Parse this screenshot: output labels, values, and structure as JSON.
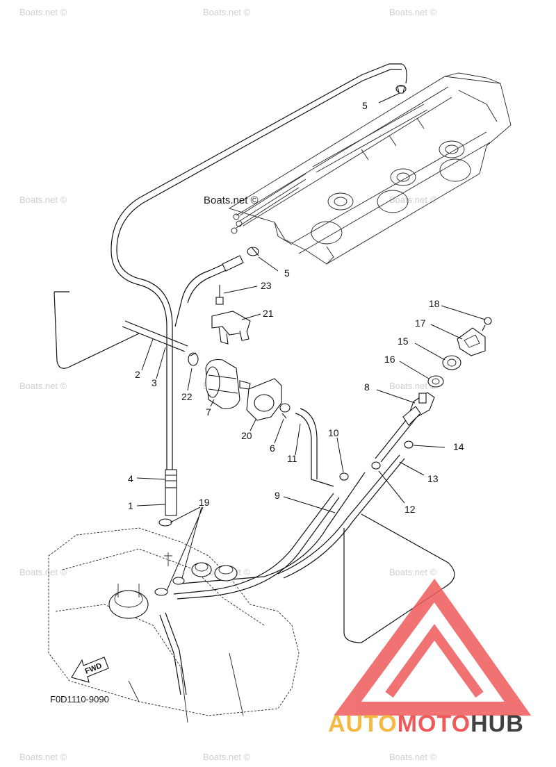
{
  "diagram_code": "F0D1110-9090",
  "fwd_label": "FWD",
  "watermarks": {
    "main": "Boats.net ©",
    "faint": "Boats.net ©"
  },
  "logo": {
    "part1": "AUTO",
    "part2": "MOTO",
    "part3": "HUB",
    "colors": {
      "auto": "#f5b841",
      "moto": "#ee5a5a",
      "hub": "#404040",
      "mark": "#ee5a5a"
    }
  },
  "callouts": {
    "c1": "1",
    "c2": "2",
    "c3": "3",
    "c4": "4",
    "c5a": "5",
    "c5b": "5",
    "c6": "6",
    "c7": "7",
    "c8": "8",
    "c9": "9",
    "c10": "10",
    "c11": "11",
    "c12": "12",
    "c13": "13",
    "c14": "14",
    "c15": "15",
    "c16": "16",
    "c17": "17",
    "c18": "18",
    "c19": "19",
    "c20": "20",
    "c21": "21",
    "c22": "22",
    "c23": "23"
  }
}
